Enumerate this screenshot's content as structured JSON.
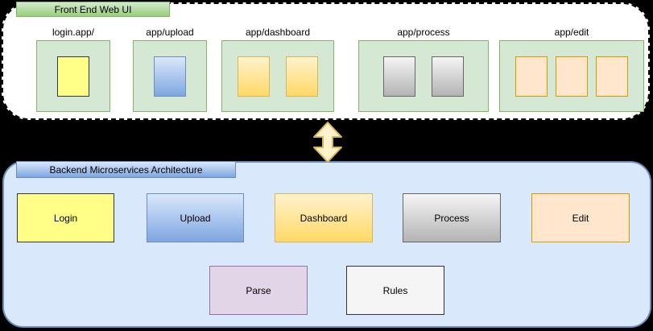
{
  "frontend": {
    "title": "Front End Web UI",
    "pages": [
      {
        "label": "login.app/",
        "screen_count": 1,
        "screen_variant": "yellow"
      },
      {
        "label": "app/upload",
        "screen_count": 1,
        "screen_variant": "blue"
      },
      {
        "label": "app/dashboard",
        "screen_count": 2,
        "screen_variant": "amber"
      },
      {
        "label": "app/process",
        "screen_count": 2,
        "screen_variant": "gray"
      },
      {
        "label": "app/edit",
        "screen_count": 3,
        "screen_variant": "peach"
      }
    ]
  },
  "connector": {
    "type": "vertical-double-arrow",
    "meaning": "frontend-backend communication"
  },
  "backend": {
    "title": "Backend Microservices Architecture",
    "services_row1": [
      {
        "label": "Login",
        "variant": "yellow"
      },
      {
        "label": "Upload",
        "variant": "blue"
      },
      {
        "label": "Dashboard",
        "variant": "amber"
      },
      {
        "label": "Process",
        "variant": "gray"
      },
      {
        "label": "Edit",
        "variant": "peach"
      }
    ],
    "services_row2": [
      {
        "label": "Parse",
        "variant": "purple"
      },
      {
        "label": "Rules",
        "variant": "light-gray"
      }
    ]
  },
  "colors": {
    "page_background": "#000000",
    "frontend_container_fill": "#ffffff",
    "frontend_container_border": "#000000",
    "frontend_title_gradient": [
      "#d5e8d4",
      "#97d077"
    ],
    "green_box_fill": "#d5e8d4",
    "green_box_border": "#82b366",
    "backend_container_fill": "#dae8fc",
    "backend_container_border": "#6c8ebf",
    "arrow_fill": "#fff2cc",
    "arrow_border": "#d6b656",
    "yellow_fill": "#ffff88",
    "blue_gradient": [
      "#dae8fc",
      "#7ea6e0"
    ],
    "amber_gradient": [
      "#fff2cc",
      "#ffd966"
    ],
    "gray_gradient": [
      "#f5f5f5",
      "#b3b3b3"
    ],
    "peach_fill": "#ffe6cc",
    "peach_border": "#d79b00",
    "purple_fill": "#e1d5e7",
    "purple_border": "#9673a6",
    "rules_fill": "#f5f5f5"
  }
}
